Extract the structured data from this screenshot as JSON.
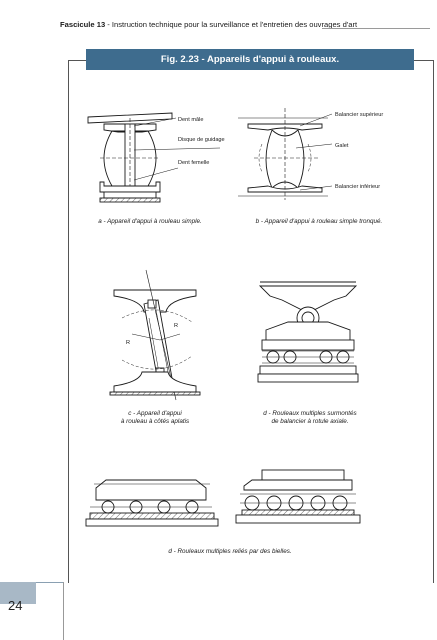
{
  "header": {
    "fascicule": "Fascicule 13",
    "rest": " - Instruction technique pour la surveillance et l'entretien des ouvrages d'art"
  },
  "figure": {
    "title": "Fig. 2.23 - Appareils d'appui à rouleaux.",
    "labels": {
      "dent_male": "Dent mâle",
      "disque_guidage": "Disque de guidage",
      "dent_femelle": "Dent femelle",
      "balancier_superieur": "Balancier supérieur",
      "galet": "Galet",
      "balancier_inferieur": "Balancier inférieur",
      "r1": "R",
      "r2": "R"
    },
    "captions": {
      "a": "a - Appareil d'appui à rouleau simple.",
      "b": "b - Appareil d'appui à rouleau simple tronqué.",
      "c_line1": "c - Appareil d'appui",
      "c_line2": "à rouleau à côtés aplatis",
      "d1_line1": "d - Rouleaux multiples surmontés",
      "d1_line2": "de balancier à rotule axiale.",
      "d2": "d - Rouleaux multiples reliés par des bielles."
    }
  },
  "page_number": "24"
}
